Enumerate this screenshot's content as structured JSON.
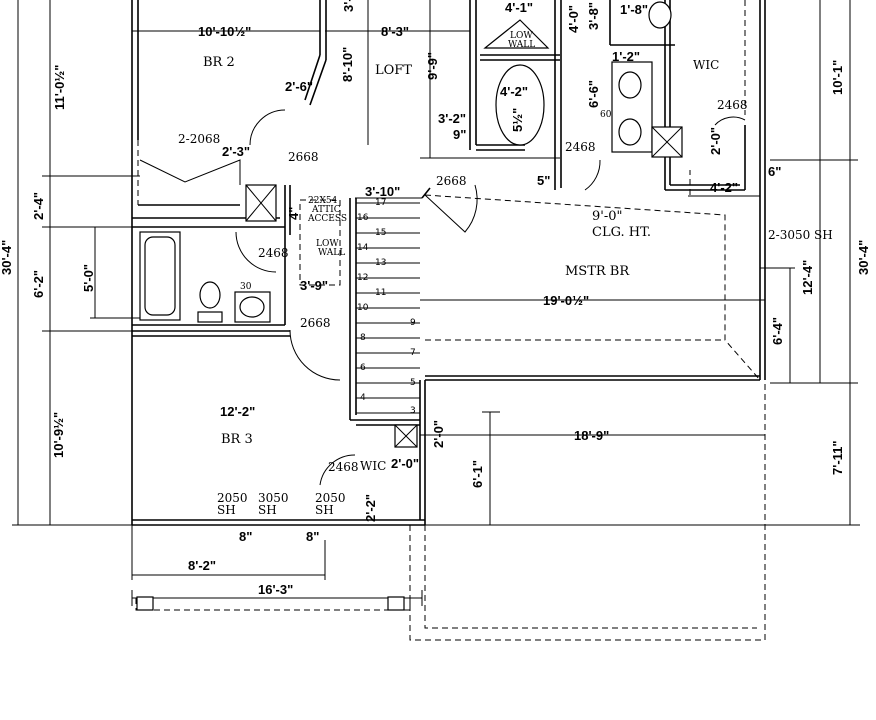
{
  "rooms": {
    "br2": "BR 2",
    "loft": "LOFT",
    "br3": "BR 3",
    "mstr_br": "MSTR BR",
    "wic_right": "WIC",
    "wic_lower": "WIC",
    "ceiling_1": "9'-0\"",
    "ceiling_2": "CLG. HT.",
    "attic_1": "22X54",
    "attic_2": "ATTIC",
    "attic_3": "ACCESS",
    "low_wall_a1": "LOW",
    "low_wall_a2": "WALL",
    "low_wall_b1": "LOW",
    "low_wall_b2": "WALL"
  },
  "doors": {
    "d_2068_closet": "2-2068",
    "d_2668_hall": "2668",
    "d_2668_mbr": "2668",
    "d_2468_mbath": "2468",
    "d_2468_wic": "2468",
    "d_2468_bath": "2468",
    "d_2668_br3": "2668",
    "d_2468_br3wic": "2468",
    "tub_30": "30",
    "vanity_60": "60"
  },
  "windows": {
    "w_3050_sh": "2-3050 SH",
    "w_2050_a": "2050",
    "w_2050_a_sh": "SH",
    "w_3050": "3050",
    "w_3050_sh2": "SH",
    "w_2050_b": "2050",
    "w_2050_b_sh": "SH"
  },
  "stairs": [
    "17",
    "16",
    "15",
    "14",
    "13",
    "12",
    "11",
    "10",
    "9",
    "8",
    "7",
    "6",
    "5",
    "4",
    "3"
  ],
  "dimensions": {
    "br2_width": "10'-10½\"",
    "loft_width": "8'-3\"",
    "loft_depth": "8'-10\"",
    "d_2_6": "2'-6\"",
    "d_9_9": "9'-9\"",
    "d_4_1": "4'-1\"",
    "d_3_8": "3'-8\"",
    "d_1_8": "1'-8\"",
    "d_4_0": "4'-0\"",
    "d_1_2": "1'-2\"",
    "d_4_2_tub": "4'-2\"",
    "d_5_half": "5½\"",
    "d_6_6": "6'-6\"",
    "d_3_2": "3'-2\"",
    "d_9": "9\"",
    "d_5": "5\"",
    "d_2_0_a": "2'-0\"",
    "d_4_2_wic": "4'-2\"",
    "d_6": "6\"",
    "d_2_3": "2'-3\"",
    "d_3_10": "3'-10\"",
    "d_4": "4\"",
    "d_3_9": "3'-9\"",
    "mstr_width": "19'-0½\"",
    "d_6_4": "6'-4\"",
    "d_12_4": "12'-4\"",
    "d_10_1": "10'-1\"",
    "d_30_4_right": "30'-4\"",
    "d_30_4_left": "30'-4\"",
    "d_11_0": "11'-0½\"",
    "d_2_4": "2'-4\"",
    "d_6_2": "6'-2\"",
    "d_5_0": "5'-0\"",
    "d_10_9": "10'-9½\"",
    "br3_width": "12'-2\"",
    "d_18_9": "18'-9\"",
    "d_2_0_b": "2'-0\"",
    "d_2_0_c": "2'-0\"",
    "d_6_1": "6'-1\"",
    "d_7_11": "7'-11\"",
    "d_2_2": "2'-2\"",
    "d_8_a": "8\"",
    "d_8_b": "8\"",
    "d_8_2": "8'-2\"",
    "d_16_3": "16'-3\"",
    "d_3_partial": "3'-"
  }
}
